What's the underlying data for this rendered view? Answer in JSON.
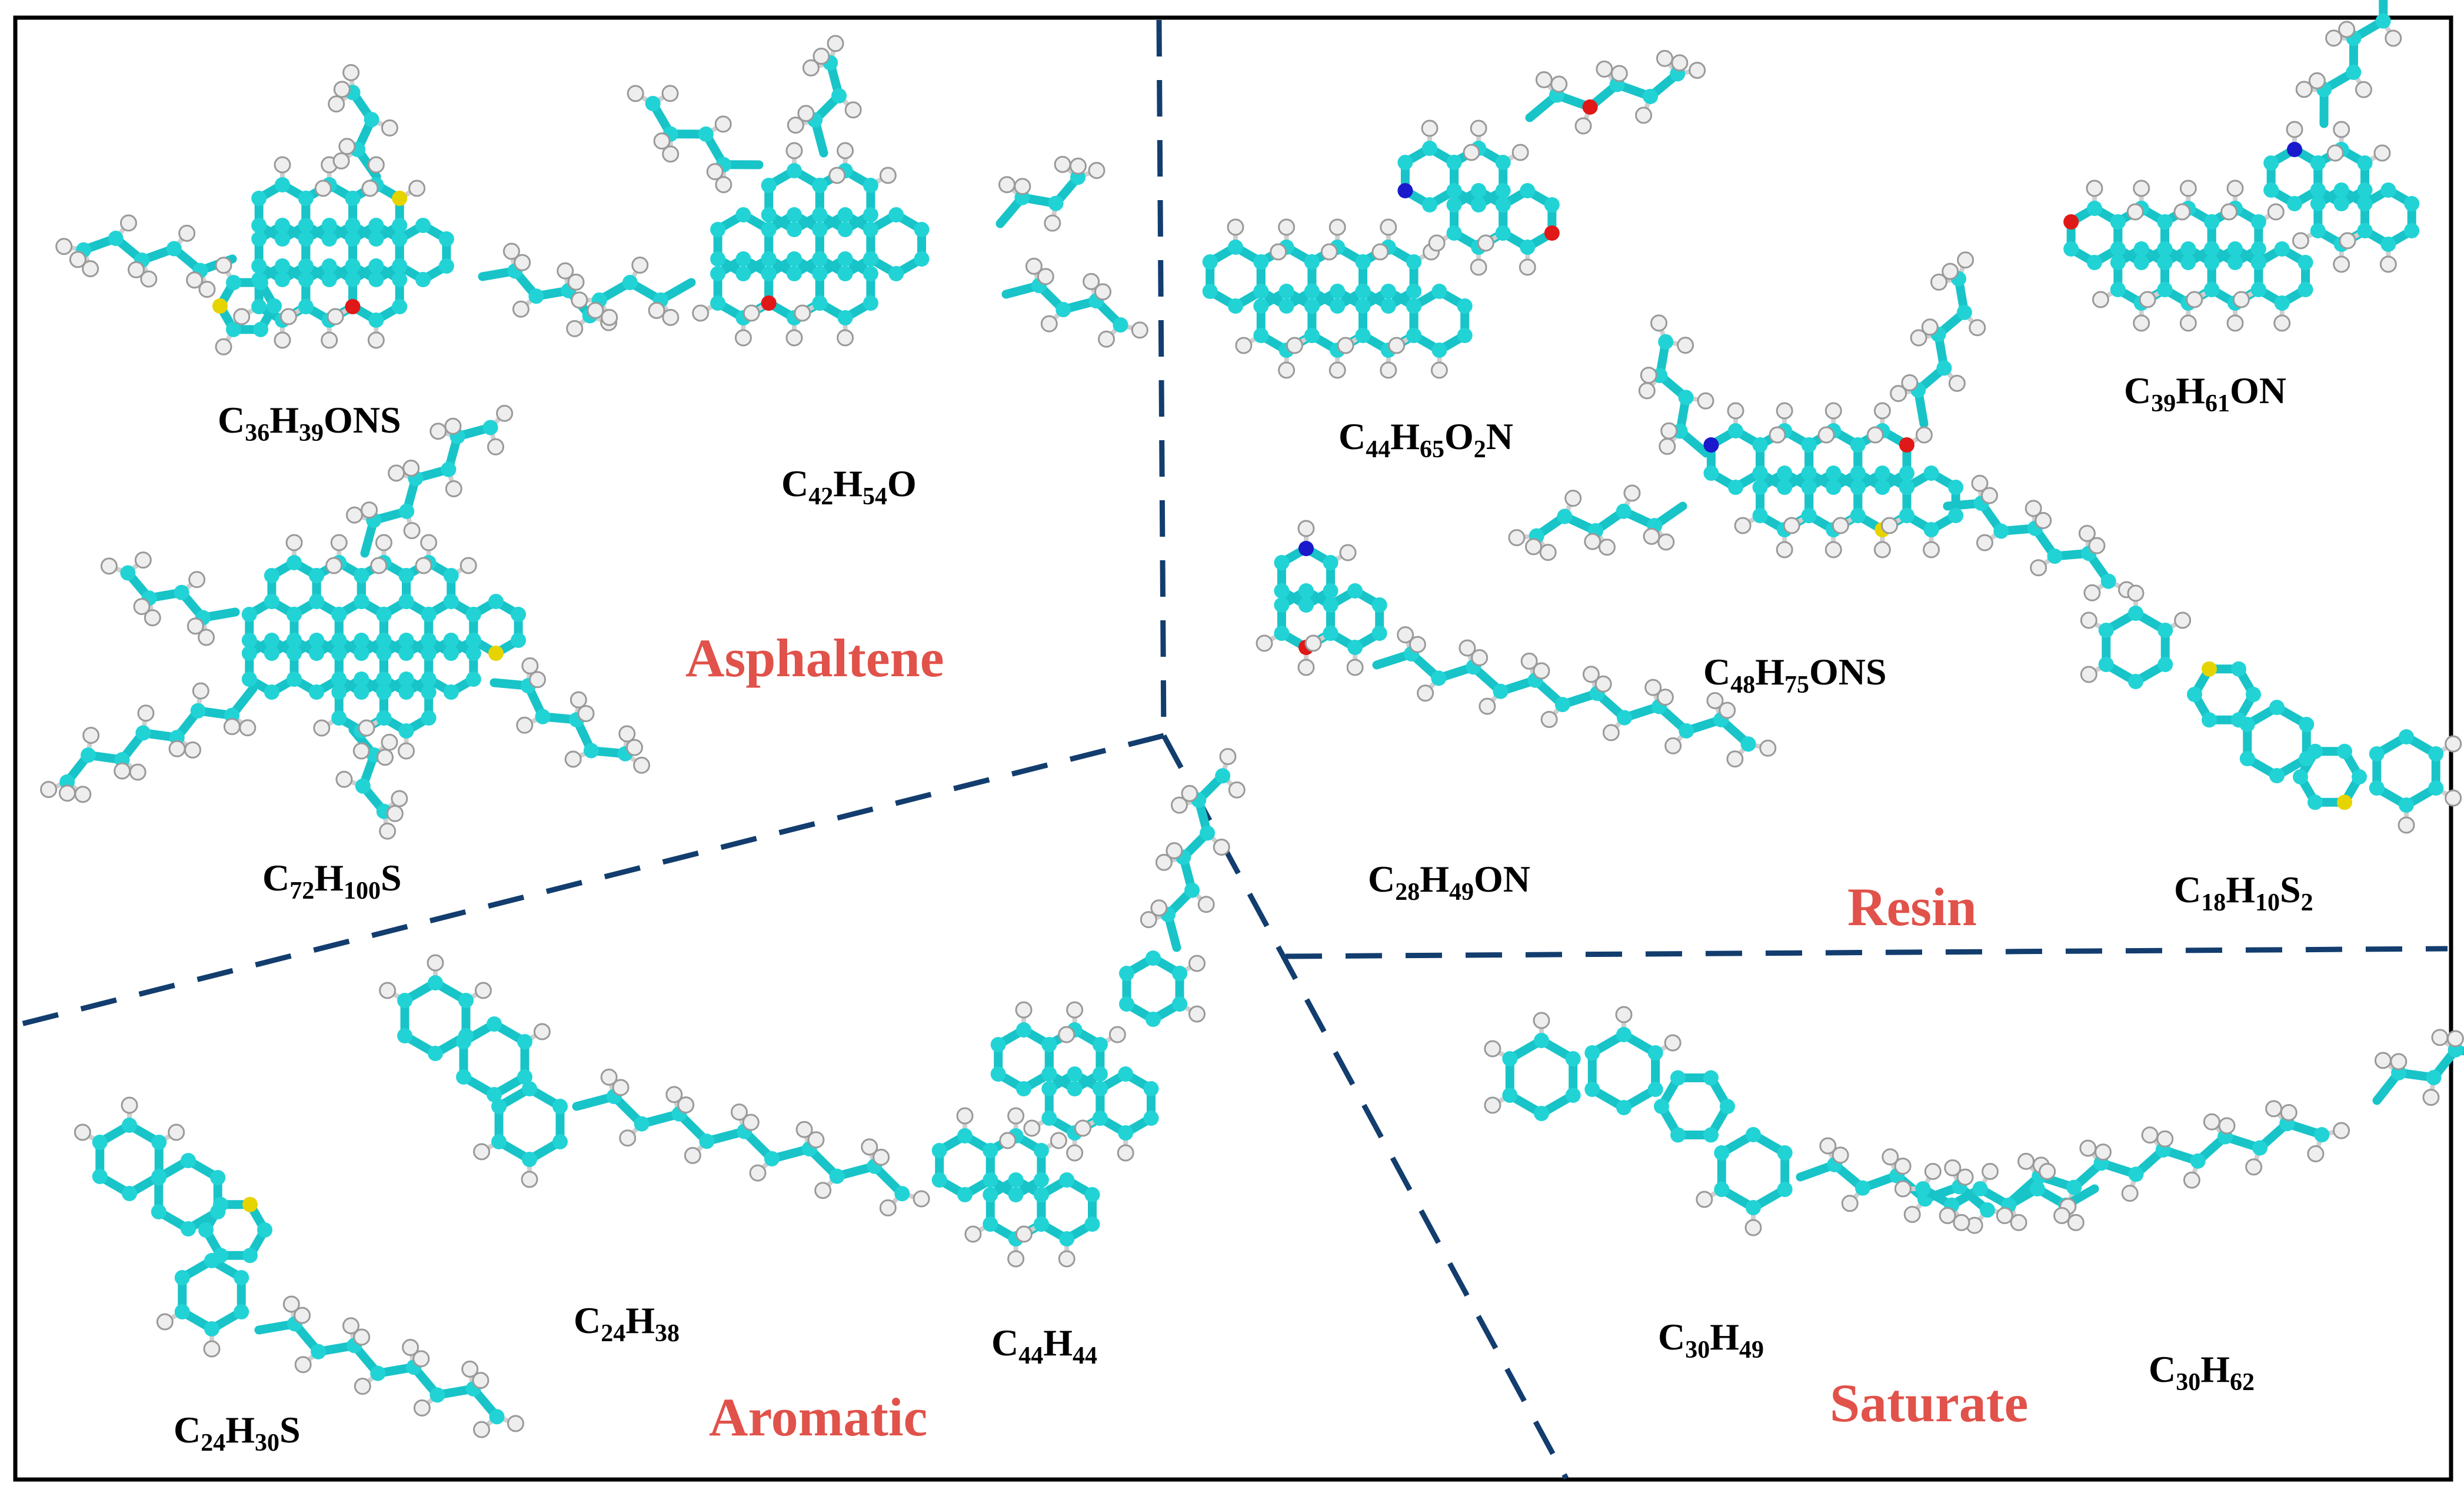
{
  "colors": {
    "carbon": "#22d3d6",
    "bond": "#18c4c8",
    "hydrogen": "#eeeeee",
    "hydrogen_edge": "#9a9a9a",
    "nitrogen": "#1a1acc",
    "oxygen": "#e01818",
    "sulfur": "#e6d400",
    "group_label": "#e0524a",
    "divider": "#123d6e",
    "frame": "#000000"
  },
  "groups": {
    "asphaltene": "Asphaltene",
    "resin": "Resin",
    "aromatic": "Aromatic",
    "saturate": "Saturate"
  },
  "formulas": {
    "c36h39ons": "C36H39ONS",
    "c42h54o": "C42H54O",
    "c72h100s": "C72H100S",
    "c44h65o2n": "C44H65O2N",
    "c39h61on": "C39H61ON",
    "c48h75ons": "C48H75ONS",
    "c28h49on": "C28H49ON",
    "c18h10s2": "C18H10S2",
    "c24h30s": "C24H30S",
    "c24h38": "C24H38",
    "c44h44": "C44H44",
    "c30h49": "C30H49",
    "c30h62": "C30H62"
  }
}
